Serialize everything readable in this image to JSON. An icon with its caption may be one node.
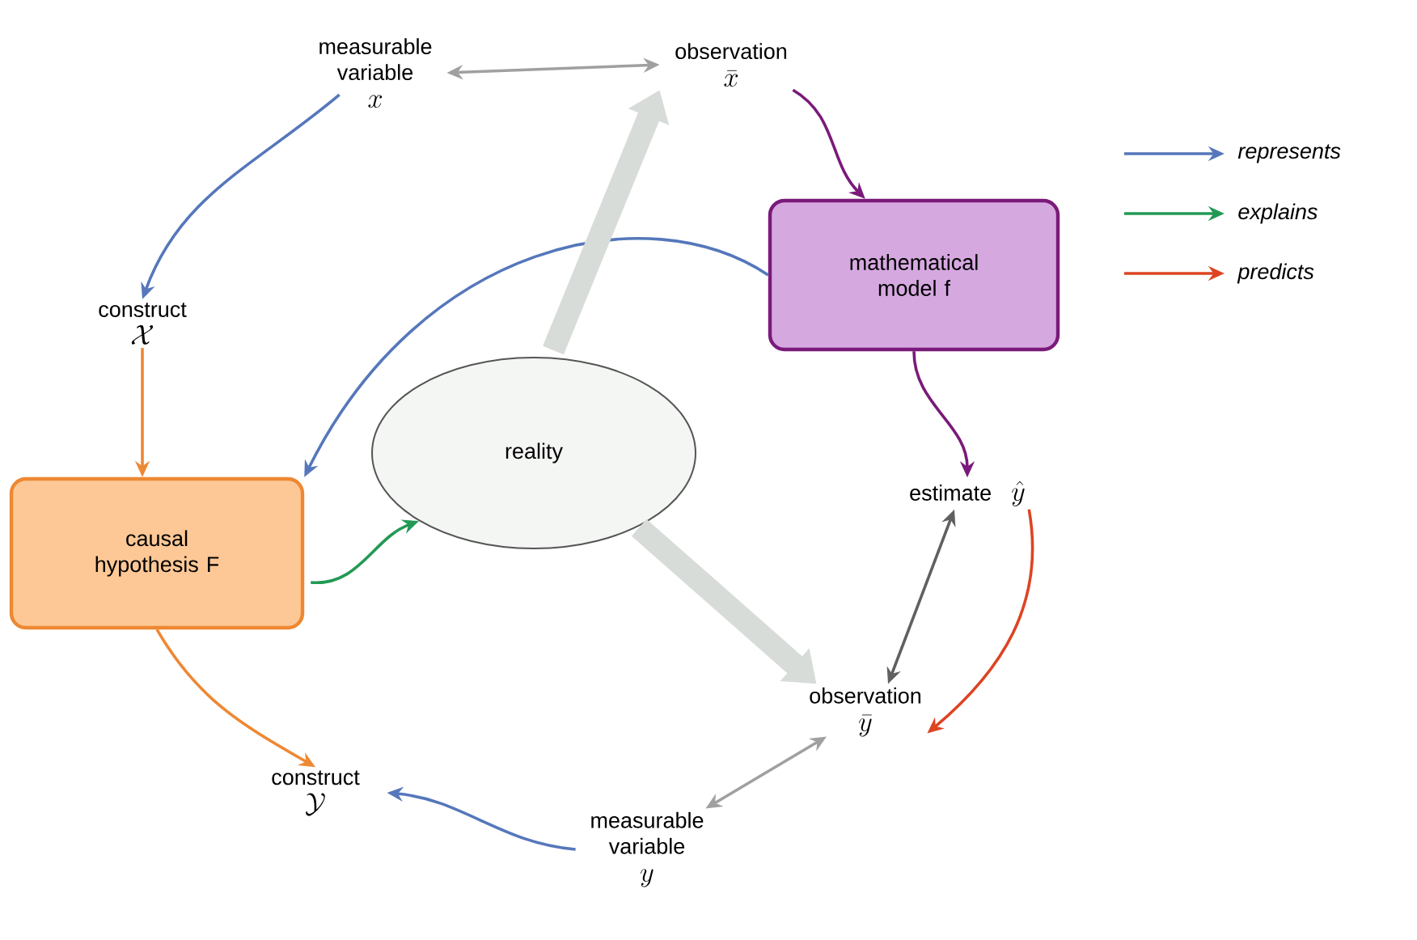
{
  "diagram": {
    "nodes": [
      {
        "text": [
          "measurable variable",
          "x"
        ]
      },
      {
        "text": [
          "observation",
          "\\bar{x}"
        ]
      },
      {
        "text": [
          "construct",
          "\\mathcal{X}"
        ]
      },
      {
        "text": [
          "mathematical model f"
        ]
      },
      {
        "text": [
          "reality"
        ]
      },
      {
        "text": [
          "causal hypothesis F"
        ]
      },
      {
        "text": [
          "estimate",
          "\\hat{y}"
        ]
      },
      {
        "text": [
          "observation",
          "\\bar{y}"
        ]
      },
      {
        "text": [
          "construct",
          "\\mathcal{Y}"
        ]
      },
      {
        "text": [
          "measurable variable",
          "y"
        ]
      }
    ],
    "edges": [
      {
        "from": 0,
        "to": 1,
        "arrow": "both",
        "color": "#a0a0a0"
      },
      {
        "from": 0,
        "to": 2,
        "arrow": "to",
        "color": "#5577bb"
      },
      {
        "from": 3,
        "to": 5,
        "arrow": "to",
        "color": "#5577bb"
      },
      {
        "from": 2,
        "to": 5,
        "arrow": "to",
        "color": "#ee8833"
      },
      {
        "from": 5,
        "to": 8,
        "arrow": "to",
        "color": "#ee8833"
      },
      {
        "from": 5,
        "to": 4,
        "arrow": "to",
        "color": "#229955"
      },
      {
        "from": 4,
        "to": 1,
        "arrow": "to",
        "style": "thick",
        "color": "#d8dcd8"
      },
      {
        "from": 4,
        "to": 7,
        "arrow": "to",
        "style": "thick",
        "color": "#d8dcd8"
      },
      {
        "from": 1,
        "to": 3,
        "arrow": "to",
        "color": "#7a1a7a"
      },
      {
        "from": 3,
        "to": 6,
        "arrow": "to",
        "color": "#7a1a7a"
      },
      {
        "from": 6,
        "to": 7,
        "arrow": "both",
        "color": "#606060"
      },
      {
        "from": 6,
        "to": 7,
        "arrow": "to",
        "color": "#dd4422"
      },
      {
        "from": 7,
        "to": 9,
        "arrow": "both",
        "color": "#a0a0a0"
      },
      {
        "from": 9,
        "to": 8,
        "arrow": "to",
        "color": "#5577bb"
      }
    ],
    "legend": [
      {
        "text": "represents",
        "color": "#5577bb"
      },
      {
        "text": "explains",
        "color": "#229955"
      },
      {
        "text": "predicts",
        "color": "#dd4422"
      }
    ]
  }
}
